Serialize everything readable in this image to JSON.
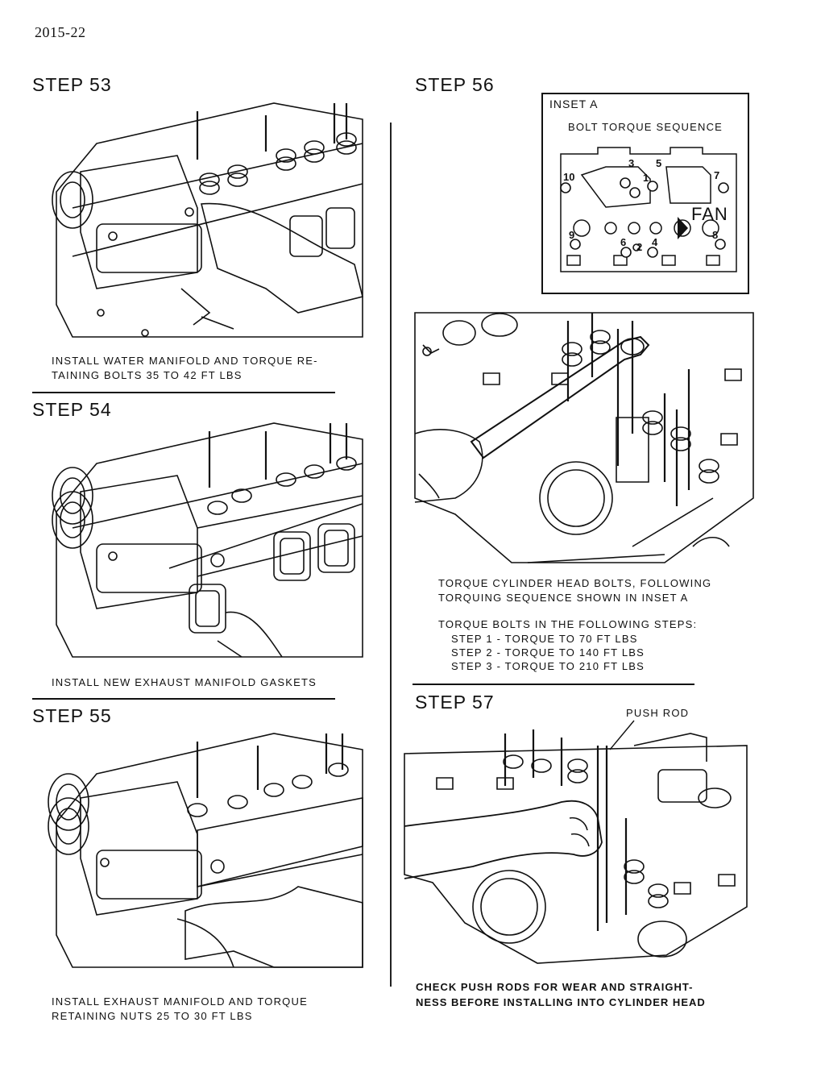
{
  "page": {
    "number": "2015-22"
  },
  "steps": {
    "s53": {
      "title": "STEP 53",
      "caption_l1": "INSTALL WATER MANIFOLD AND TORQUE RE-",
      "caption_l2": "TAINING BOLTS 35 TO 42 FT LBS"
    },
    "s54": {
      "title": "STEP 54",
      "caption": "INSTALL NEW EXHAUST MANIFOLD GASKETS"
    },
    "s55": {
      "title": "STEP 55",
      "caption_l1": "INSTALL EXHAUST MANIFOLD AND TORQUE",
      "caption_l2": "RETAINING NUTS 25 TO 30 FT LBS"
    },
    "s56": {
      "title": "STEP 56",
      "caption_l1": "TORQUE CYLINDER HEAD BOLTS, FOLLOWING",
      "caption_l2": "TORQUING SEQUENCE SHOWN IN INSET A",
      "steps_intro": "TORQUE BOLTS IN THE FOLLOWING STEPS:",
      "torque_steps": [
        "STEP 1 - TORQUE TO 70 FT LBS",
        "STEP 2 - TORQUE TO 140 FT LBS",
        "STEP 3 - TORQUE TO 210 FT LBS"
      ],
      "inset": {
        "title": "INSET A",
        "subtitle": "BOLT TORQUE SEQUENCE",
        "direction_label": "FAN",
        "bolts": [
          "1",
          "2",
          "3",
          "4",
          "5",
          "6",
          "7",
          "8",
          "9",
          "10"
        ]
      }
    },
    "s57": {
      "title": "STEP 57",
      "callout": "PUSH ROD",
      "caption_l1": "CHECK PUSH RODS FOR WEAR AND STRAIGHT-",
      "caption_l2": "NESS BEFORE INSTALLING INTO CYLINDER HEAD"
    }
  }
}
